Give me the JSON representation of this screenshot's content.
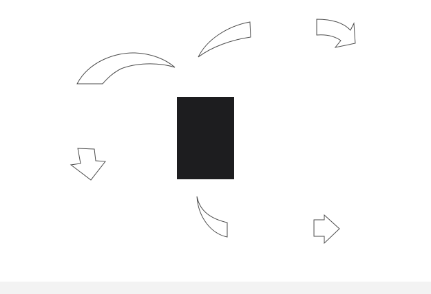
{
  "canvas": {
    "background": "#ffffff",
    "band_color": "#f3f3f3"
  },
  "shapes": {
    "center_block": {
      "icon": "black-rectangle",
      "fill": "#1d1d1f"
    },
    "arc_left": {
      "icon": "curved-arrow-shape"
    },
    "arc_top": {
      "icon": "curved-arrow-shape"
    },
    "arc_top_right": {
      "icon": "curved-arrow-right-icon"
    },
    "arrow_down": {
      "icon": "arrow-down-icon"
    },
    "arc_bottom": {
      "icon": "curved-arrow-shape"
    },
    "arrow_right": {
      "icon": "arrow-right-icon"
    },
    "outline_color": "#4a4a4a"
  }
}
